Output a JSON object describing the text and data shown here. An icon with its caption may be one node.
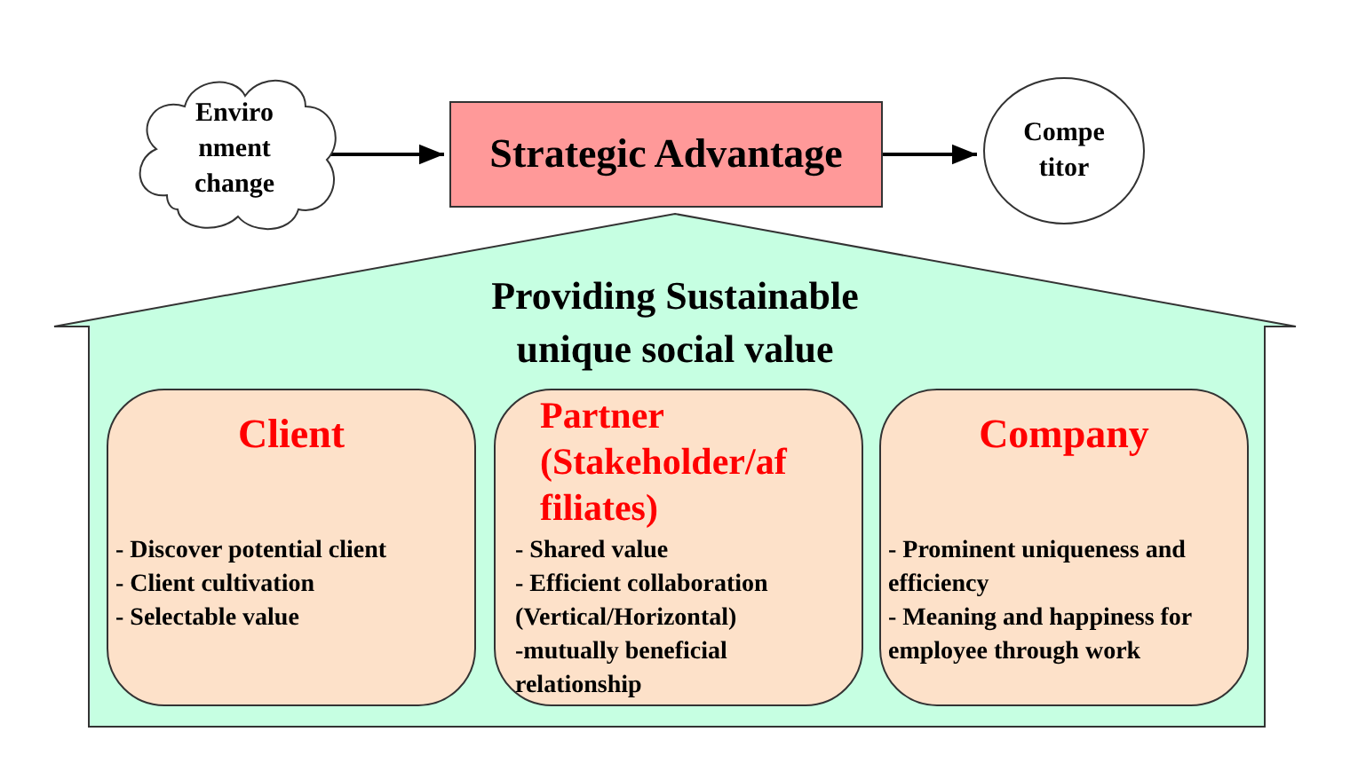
{
  "diagram": {
    "nodes": [
      {
        "text": [
          "Enviro nment change"
        ]
      },
      {
        "text": [
          "Strategic Advantage"
        ]
      },
      {
        "text": [
          "Compe titor"
        ]
      },
      {
        "text": [
          "Providing Sustainable unique social value"
        ]
      },
      {
        "text": [
          "Client",
          "- Discover potential client",
          "- Client cultivation",
          "- Selectable value"
        ],
        "in": 3
      },
      {
        "text": [
          "Partner (Stakeholder/af filiates)",
          "- Shared value",
          "- Efficient collaboration (Vertical/Horizontal)",
          "-mutually beneficial relationship"
        ],
        "in": 3
      },
      {
        "text": [
          "Company",
          "- Prominent uniqueness and efficiency",
          "- Meaning and happiness for employee through work"
        ],
        "in": 3
      }
    ],
    "edges": [
      {
        "from": 0,
        "to": 1,
        "arrow": "to"
      },
      {
        "from": 1,
        "to": 2,
        "arrow": "to"
      }
    ]
  }
}
